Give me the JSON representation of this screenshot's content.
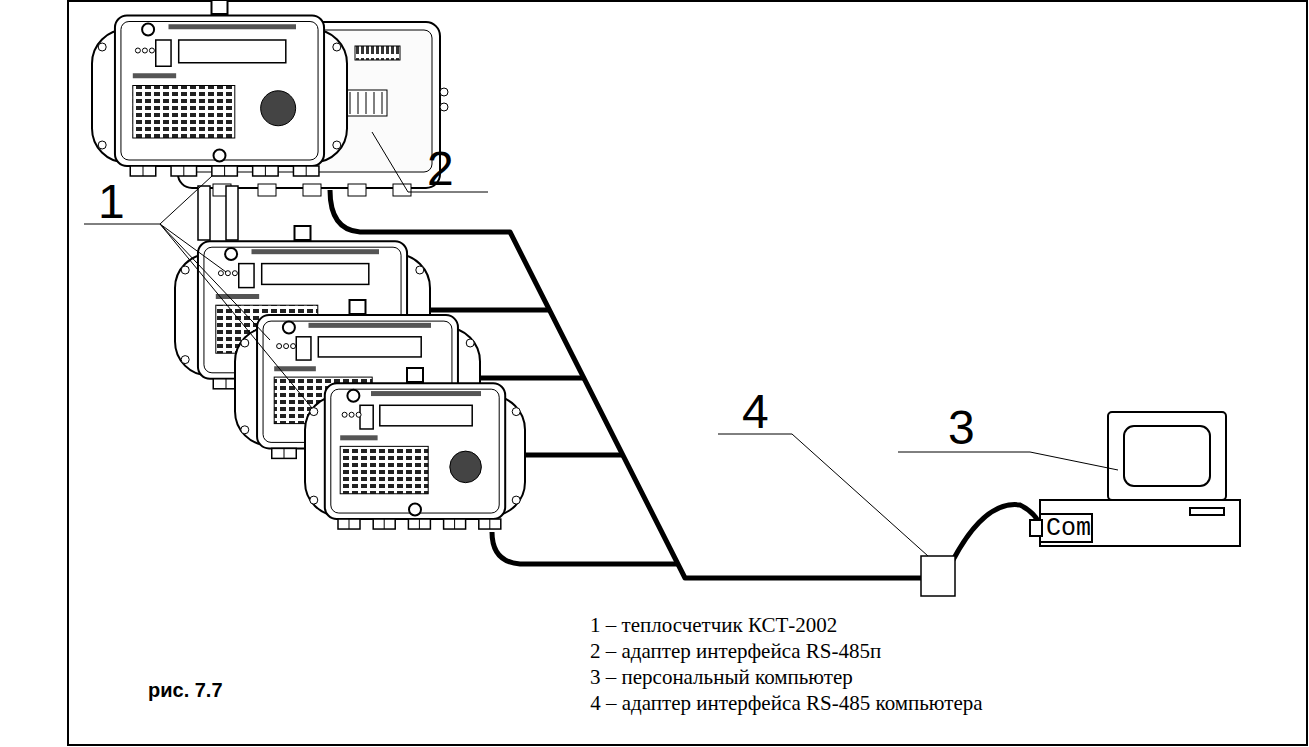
{
  "diagram": {
    "labels": [
      "1",
      "2",
      "3",
      "4",
      "Com",
      "1 – теплосчетчик КСТ-2002",
      "2 – адаптер интерфейса RS-485п",
      "3 – персональный компьютер",
      " 4 – адаптер интерфейса RS-485 компьютера",
      "рис. 7.7"
    ]
  }
}
